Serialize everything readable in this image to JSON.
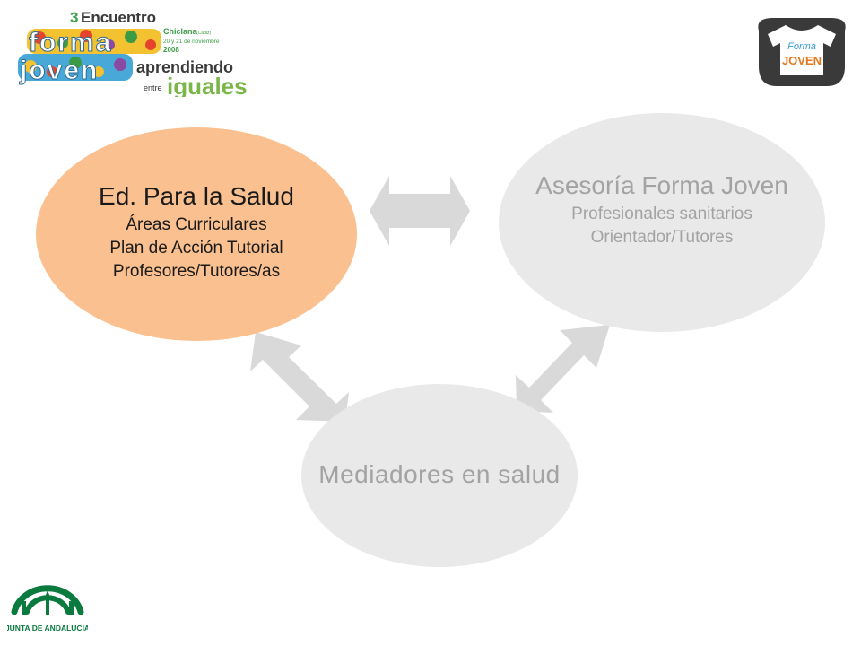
{
  "logos": {
    "encuentro": {
      "number": "3",
      "word": "Encuentro",
      "forma": "forma",
      "joven": "joven",
      "place": "Chiclana",
      "place_note": "(Cádiz)",
      "dates": "20 y 21 de noviembre",
      "year": "2008",
      "tagline_1": "aprendiendo",
      "tagline_entre": "entre",
      "tagline_2": "iguales"
    },
    "formajoven": {
      "line1": "Forma",
      "line2": "JOVEN"
    },
    "junta": {
      "text": "JUNTA DE ANDALUCIA"
    }
  },
  "nodes": {
    "salud": {
      "title": "Ed. Para la Salud",
      "lines": [
        "Áreas Curriculares",
        "Plan de Acción Tutorial",
        "Profesores/Tutores/as"
      ]
    },
    "asesoria": {
      "title": "Asesoría Forma Joven",
      "lines": [
        "Profesionales sanitarios",
        "Orientador/Tutores"
      ]
    },
    "mediadores": {
      "title": "Mediadores en salud"
    }
  },
  "colors": {
    "salud_fill": "#fac090",
    "inactive_fill": "#e9e9e9",
    "inactive_text": "#a3a3a3",
    "arrow_fill": "#d9d9d9",
    "logo_dark": "#3a3a3a",
    "logo_green": "#7ab648",
    "logo_junta": "#0b7a3e"
  }
}
